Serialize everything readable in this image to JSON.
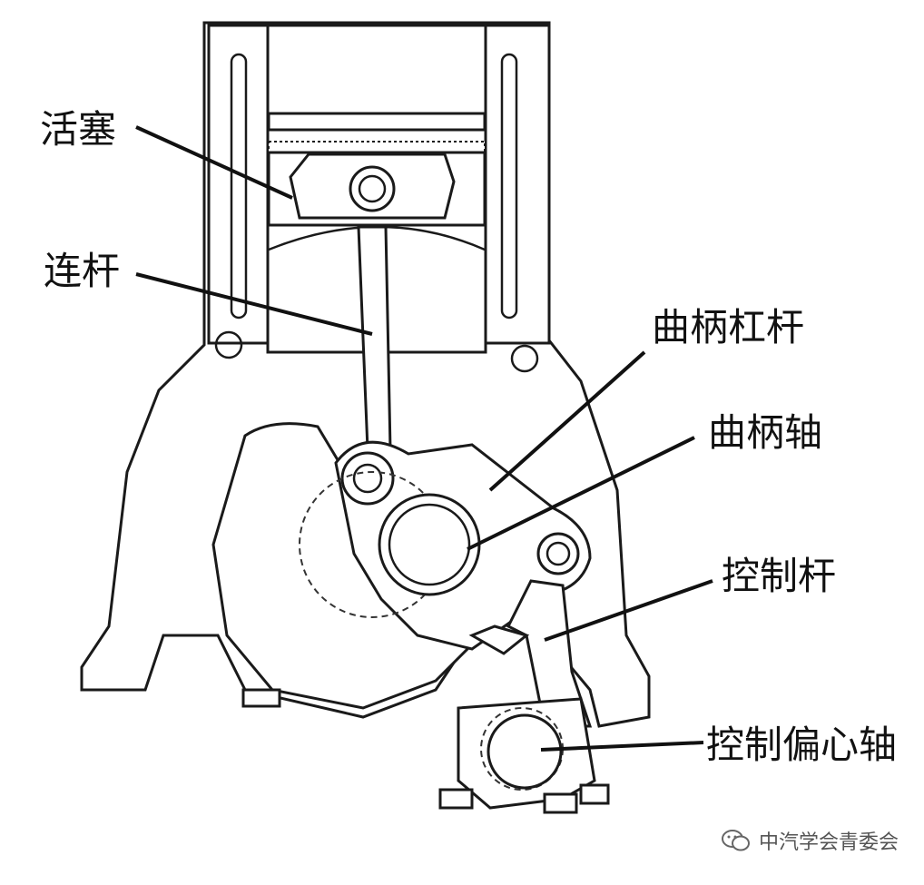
{
  "labels": {
    "piston": "活塞",
    "conrod": "连杆",
    "crank_lever": "曲柄杠杆",
    "crankshaft": "曲柄轴",
    "control_rod": "控制杆",
    "control_eccentric": "控制偏心轴"
  },
  "watermark": {
    "text": "中汽学会青委会",
    "icon": "wechat-icon"
  },
  "colors": {
    "line": "#1a1a1a",
    "background": "#ffffff"
  }
}
